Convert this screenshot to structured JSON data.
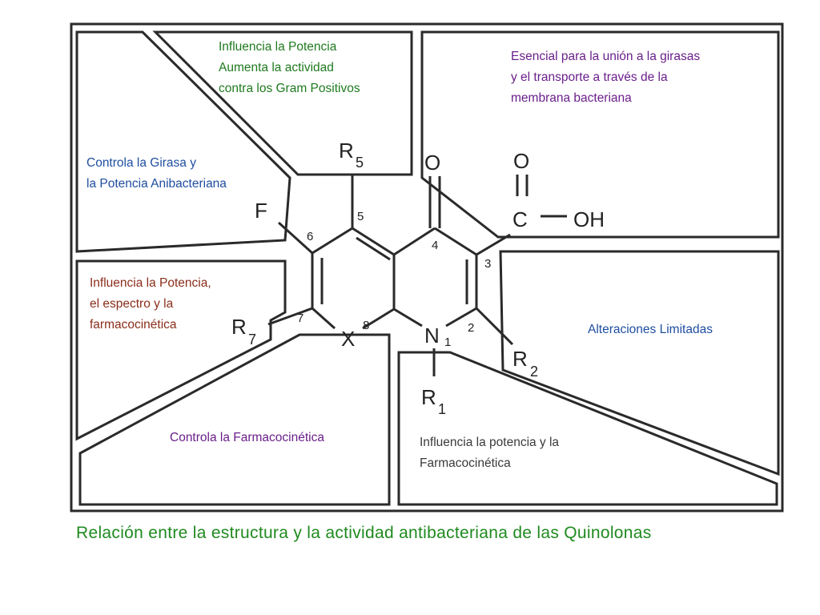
{
  "colors": {
    "green": "#1f7a1f",
    "purple": "#6a1f8a",
    "blue": "#1f4ea0",
    "brown": "#8a2e1a",
    "dark_gray": "#3a3a3a",
    "caption_green": "#1f8a1f",
    "line": "#2a2a2a"
  },
  "notes": {
    "top_middle": {
      "lines": [
        "Influencia la Potencia",
        "Aumenta la actividad",
        "contra los Gram Positivos"
      ],
      "color": "green"
    },
    "top_right": {
      "lines": [
        "Esencial para la unión a la girasas",
        "y el transporte a través de la",
        "membrana bacteriana"
      ],
      "color": "purple"
    },
    "left_upper": {
      "lines": [
        "Controla la Girasa y",
        "la Potencia Anibacteriana"
      ],
      "color": "blue"
    },
    "left_middle": {
      "lines": [
        "Influencia la Potencia,",
        "el espectro y la",
        "farmacocinética"
      ],
      "color": "brown"
    },
    "right_middle": {
      "lines": [
        "Alteraciones Limitadas"
      ],
      "color": "blue"
    },
    "bottom_middle": {
      "lines": [
        "Controla la Farmacocinética"
      ],
      "color": "purple"
    },
    "bottom_right": {
      "lines": [
        "Influencia la potencia y la",
        "Farmacocinética"
      ],
      "color": "dark_gray"
    }
  },
  "molecule": {
    "atoms": {
      "F": "F",
      "R5": "R",
      "R5_sub": "5",
      "O4": "O",
      "O_acid": "O",
      "C_acid": "C",
      "OH": "OH",
      "R7": "R",
      "R7_sub": "7",
      "X": "X",
      "N": "N",
      "R2": "R",
      "R2_sub": "2",
      "R1": "R",
      "R1_sub": "1"
    },
    "positions": {
      "p1": "1",
      "p2": "2",
      "p3": "3",
      "p4": "4",
      "p5": "5",
      "p6": "6",
      "p7": "7",
      "p8": "8"
    }
  },
  "caption": "Relación entre la estructura y la actividad antibacteriana de las Quinolonas"
}
